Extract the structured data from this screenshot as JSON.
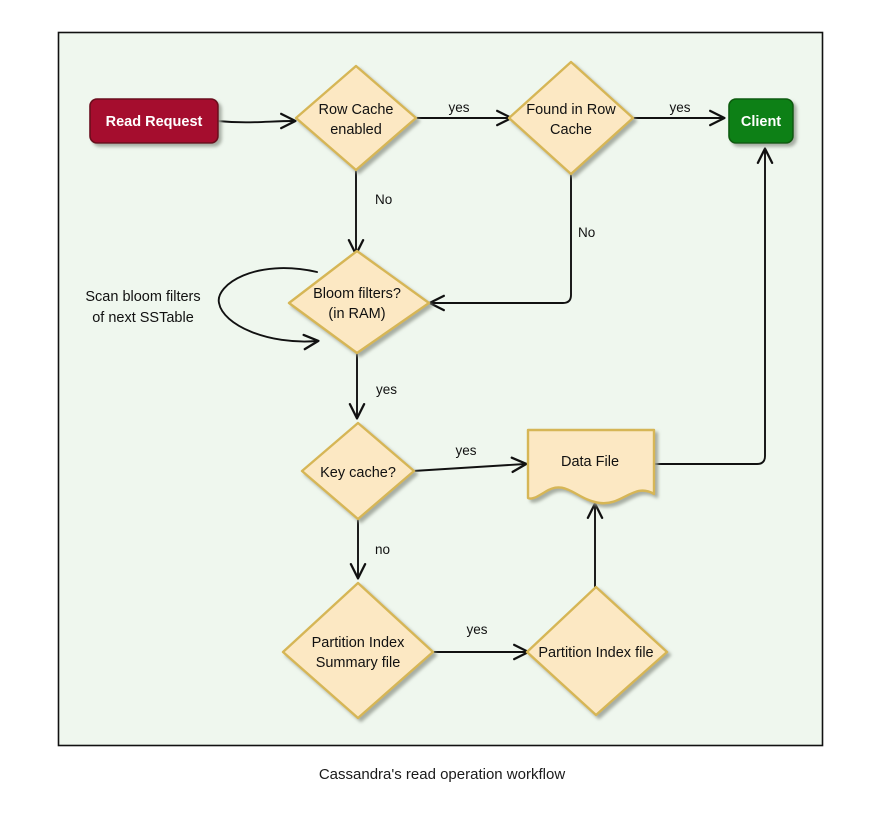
{
  "caption": "Cassandra's read operation workflow",
  "colors": {
    "panel_fill": "#EFF7EE",
    "panel_border": "#111111",
    "decision_fill": "#FCE8C3",
    "decision_border": "#D6B656",
    "start_fill": "#A50D2D",
    "start_border": "#6B0A1E",
    "start_text": "#FFFFFF",
    "end_fill": "#0E8017",
    "end_border": "#0A5C10",
    "end_text": "#FFFFFF",
    "edge": "#111111",
    "shadow": "#B0B5AE"
  },
  "nodes": {
    "read_request": {
      "label": "Read Request",
      "shape": "rounded-rect"
    },
    "row_cache_enabled": {
      "label_line1": "Row Cache",
      "label_line2": "enabled",
      "shape": "diamond"
    },
    "found_in_row_cache": {
      "label_line1": "Found in Row",
      "label_line2": "Cache",
      "shape": "diamond"
    },
    "client": {
      "label": "Client",
      "shape": "rounded-rect"
    },
    "bloom_filters": {
      "label_line1": "Bloom filters?",
      "label_line2": "(in RAM)",
      "shape": "diamond"
    },
    "key_cache": {
      "label": "Key cache?",
      "shape": "diamond"
    },
    "data_file": {
      "label": "Data File",
      "shape": "document"
    },
    "partition_index_summary": {
      "label_line1": "Partition Index",
      "label_line2": "Summary file",
      "shape": "diamond"
    },
    "partition_index_file": {
      "label": "Partition Index file",
      "shape": "diamond"
    }
  },
  "annotations": {
    "scan_loop_line1": "Scan bloom filters",
    "scan_loop_line2": "of next SSTable"
  },
  "edge_labels": {
    "read_to_rowcache": "",
    "rowcache_yes": "yes",
    "rowcache_no": "No",
    "found_yes": "yes",
    "found_no": "No",
    "bloom_yes": "yes",
    "keycache_yes": "yes",
    "keycache_no": "no",
    "partition_yes": "yes"
  }
}
